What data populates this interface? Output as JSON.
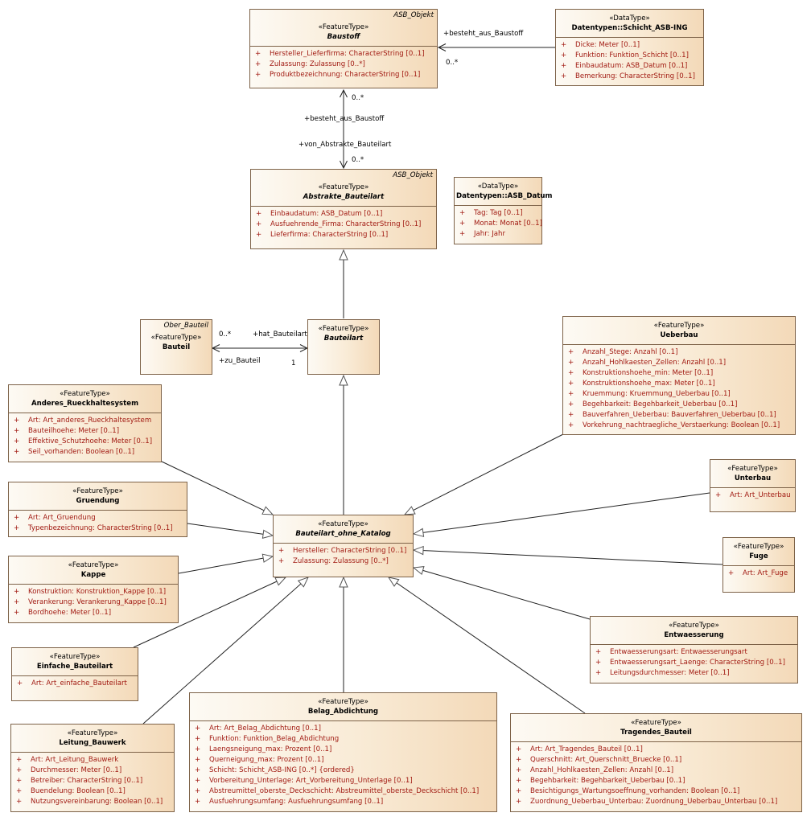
{
  "boxes": {
    "baustoff": {
      "abstract_parent": "ASB_Objekt",
      "stereotype": "«FeatureType»",
      "name": "Baustoff",
      "attributes": [
        "Hersteller_Lieferfirma: CharacterString [0..1]",
        "Zulassung: Zulassung [0..*]",
        "Produktbezeichnung: CharacterString [0..1]"
      ]
    },
    "schicht": {
      "stereotype": "«DataType»",
      "name": "Datentypen::Schicht_ASB-ING",
      "attributes": [
        "Dicke: Meter [0..1]",
        "Funktion: Funktion_Schicht [0..1]",
        "Einbaudatum: ASB_Datum [0..1]",
        "Bemerkung: CharacterString [0..1]"
      ]
    },
    "abstrakte": {
      "abstract_parent": "ASB_Objekt",
      "stereotype": "«FeatureType»",
      "name": "Abstrakte_Bauteilart",
      "attributes": [
        "Einbaudatum: ASB_Datum [0..1]",
        "Ausfuehrende_Firma: CharacterString [0..1]",
        "Lieferfirma: CharacterString [0..1]"
      ]
    },
    "asbdatum": {
      "stereotype": "«DataType»",
      "name": "Datentypen::ASB_Datum",
      "attributes": [
        "Tag: Tag [0..1]",
        "Monat: Monat [0..1]",
        "Jahr: Jahr"
      ]
    },
    "bauteil": {
      "abstract_parent": "Ober_Bauteil",
      "stereotype": "«FeatureType»",
      "name": "Bauteil",
      "attributes": []
    },
    "bauteilart": {
      "stereotype": "«FeatureType»",
      "name": "Bauteilart",
      "attributes": []
    },
    "ueberbau": {
      "stereotype": "«FeatureType»",
      "name": "Ueberbau",
      "attributes": [
        "Anzahl_Stege: Anzahl [0..1]",
        "Anzahl_Hohlkaesten_Zellen: Anzahl [0..1]",
        "Konstruktionshoehe_min: Meter [0..1]",
        "Konstruktionshoehe_max: Meter [0..1]",
        "Kruemmung: Kruemmung_Ueberbau [0..1]",
        "Begehbarkeit: Begehbarkeit_Ueberbau [0..1]",
        "Bauverfahren_Ueberbau: Bauverfahren_Ueberbau [0..1]",
        "Vorkehrung_nachtraegliche_Verstaerkung: Boolean [0..1]"
      ]
    },
    "anderes": {
      "stereotype": "«FeatureType»",
      "name": "Anderes_Rueckhaltesystem",
      "attributes": [
        "Art: Art_anderes_Rueckhaltesystem",
        "Bauteilhoehe: Meter [0..1]",
        "Effektive_Schutzhoehe: Meter [0..1]",
        "Seil_vorhanden: Boolean [0..1]"
      ]
    },
    "gruendung": {
      "stereotype": "«FeatureType»",
      "name": "Gruendung",
      "attributes": [
        "Art: Art_Gruendung",
        "Typenbezeichnung: CharacterString [0..1]"
      ]
    },
    "unterbau": {
      "stereotype": "«FeatureType»",
      "name": "Unterbau",
      "attributes": [
        "Art: Art_Unterbau"
      ]
    },
    "ohne": {
      "stereotype": "«FeatureType»",
      "name": "Bauteilart_ohne_Katalog",
      "attributes": [
        "Hersteller: CharacterString [0..1]",
        "Zulassung: Zulassung [0..*]"
      ]
    },
    "fuge": {
      "stereotype": "«FeatureType»",
      "name": "Fuge",
      "attributes": [
        "Art: Art_Fuge"
      ]
    },
    "kappe": {
      "stereotype": "«FeatureType»",
      "name": "Kappe",
      "attributes": [
        "Konstruktion: Konstruktion_Kappe [0..1]",
        "Verankerung: Verankerung_Kappe [0..1]",
        "Bordhoehe: Meter [0..1]"
      ]
    },
    "entwaesserung": {
      "stereotype": "«FeatureType»",
      "name": "Entwaesserung",
      "attributes": [
        "Entwaesserungsart: Entwaesserungsart",
        "Entwaesserungsart_Laenge: CharacterString [0..1]",
        "Leitungsdurchmesser: Meter [0..1]"
      ]
    },
    "einfache": {
      "stereotype": "«FeatureType»",
      "name": "Einfache_Bauteilart",
      "attributes": [
        "Art: Art_einfache_Bauteilart"
      ]
    },
    "belag": {
      "stereotype": "«FeatureType»",
      "name": "Belag_Abdichtung",
      "attributes": [
        "Art: Art_Belag_Abdichtung [0..1]",
        "Funktion: Funktion_Belag_Abdichtung",
        "Laengsneigung_max: Prozent [0..1]",
        "Querneigung_max: Prozent [0..1]",
        "Schicht: Schicht_ASB-ING [0..*] {ordered}",
        "Vorbereitung_Unterlage: Art_Vorbereitung_Unterlage [0..1]",
        "Abstreumittel_oberste_Deckschicht: Abstreumittel_oberste_Deckschicht [0..1]",
        "Ausfuehrungsumfang: Ausfuehrungsumfang [0..1]"
      ]
    },
    "tragendes": {
      "stereotype": "«FeatureType»",
      "name": "Tragendes_Bauteil",
      "attributes": [
        "Art: Art_Tragendes_Bauteil [0..1]",
        "Querschnitt: Art_Querschnitt_Bruecke [0..1]",
        "Anzahl_Hohlkaesten_Zellen: Anzahl [0..1]",
        "Begehbarkeit: Begehbarkeit_Ueberbau [0..1]",
        "Besichtigungs_Wartungsoeffnung_vorhanden: Boolean [0..1]",
        "Zuordnung_Ueberbau_Unterbau: Zuordnung_Ueberbau_Unterbau [0..1]"
      ]
    },
    "leitung": {
      "stereotype": "«FeatureType»",
      "name": "Leitung_Bauwerk",
      "attributes": [
        "Art: Art_Leitung_Bauwerk",
        "Durchmesser: Meter [0..1]",
        "Betreiber: CharacterString [0..1]",
        "Buendelung: Boolean [0..1]",
        "Nutzungsvereinbarung: Boolean [0..1]"
      ]
    }
  },
  "labels": {
    "schicht_role": "+besteht_aus_Baustoff",
    "schicht_mult": "0..*",
    "baustoff_mult": "0..*",
    "assoc_role_top": "+besteht_aus_Baustoff",
    "assoc_role_bottom": "+von_Abstrakte_Bauteilart",
    "abstrakte_mult": "0..*",
    "bauteil_mult": "0..*",
    "hat_bauteilart": "+hat_Bauteilart",
    "zu_bauteil": "+zu_Bauteil",
    "bauteilart_mult": "1"
  }
}
